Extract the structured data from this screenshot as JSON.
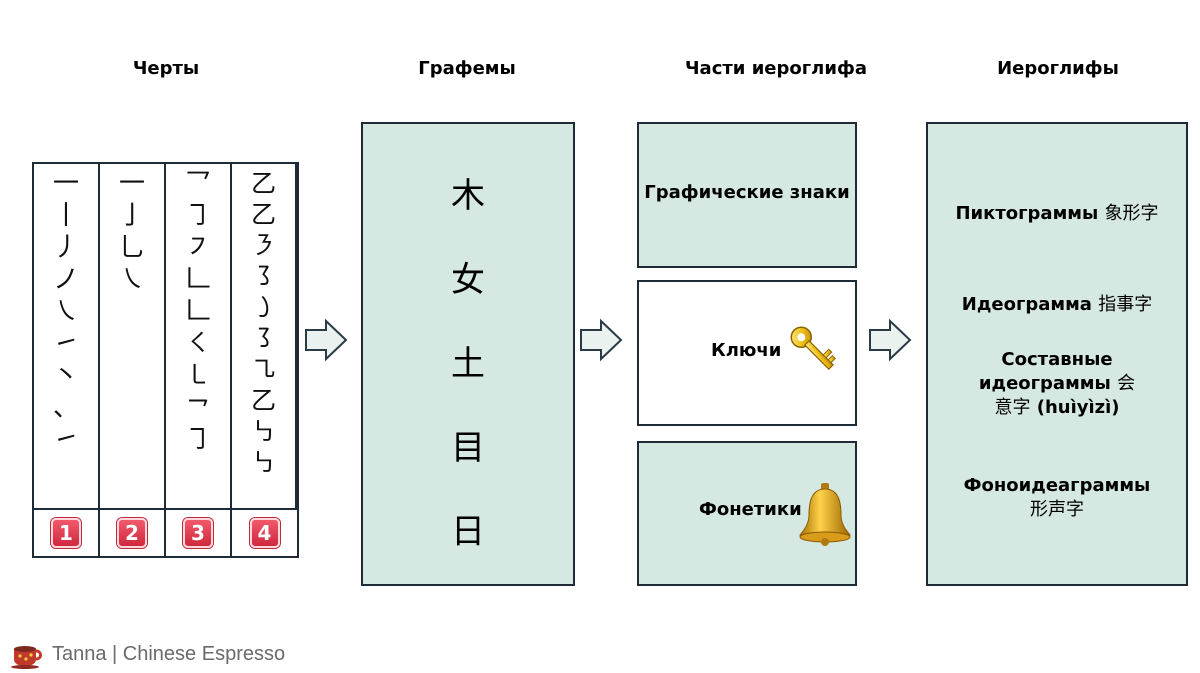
{
  "titles": {
    "strokes": "Черты",
    "graphemes": "Графемы",
    "parts": "Части иероглифа",
    "characters": "Иероглифы"
  },
  "strokes": {
    "columns": [
      [
        "一",
        "丨",
        "丿",
        "ノ",
        "㇏",
        "㇀",
        "丶",
        "、",
        "㇀"
      ],
      [
        "一",
        "亅",
        "乚",
        "㇏"
      ],
      [
        "乛",
        "㇆",
        "㇇",
        "𠃊",
        "𠃊",
        "㇛",
        "㇄",
        "㇖",
        "㇆"
      ],
      [
        "乙",
        "乙",
        "㇋",
        "㇌",
        "㇁",
        "㇌",
        "㇈",
        "乙",
        "㇉",
        "㇉"
      ]
    ],
    "numbers": [
      "1",
      "2",
      "3",
      "4"
    ]
  },
  "graphemes": [
    "木",
    "女",
    "土",
    "目",
    "日"
  ],
  "parts": {
    "graphic": "Графические знаки",
    "keys": "Ключи",
    "phonetics": "Фонетики"
  },
  "characters": {
    "pictograms": {
      "ru": "Пиктограммы",
      "zh": "象形字"
    },
    "ideogram": {
      "ru": "Идеограмма",
      "zh": "指事字"
    },
    "compound_line1": "Составные",
    "compound_line2": "идеограммы",
    "compound_zh1": "会",
    "compound_zh2": "意字",
    "compound_pinyin": "(huìyìzì)",
    "phono_ru": "Фоноидеаграммы",
    "phono_zh": "形声字"
  },
  "footer": {
    "text": "Tanna | Chinese Espresso",
    "icon": "coffee-cup-icon"
  },
  "colors": {
    "teal": "#d5e8e2",
    "border": "#1e2a36",
    "badge": "#d0283e"
  }
}
